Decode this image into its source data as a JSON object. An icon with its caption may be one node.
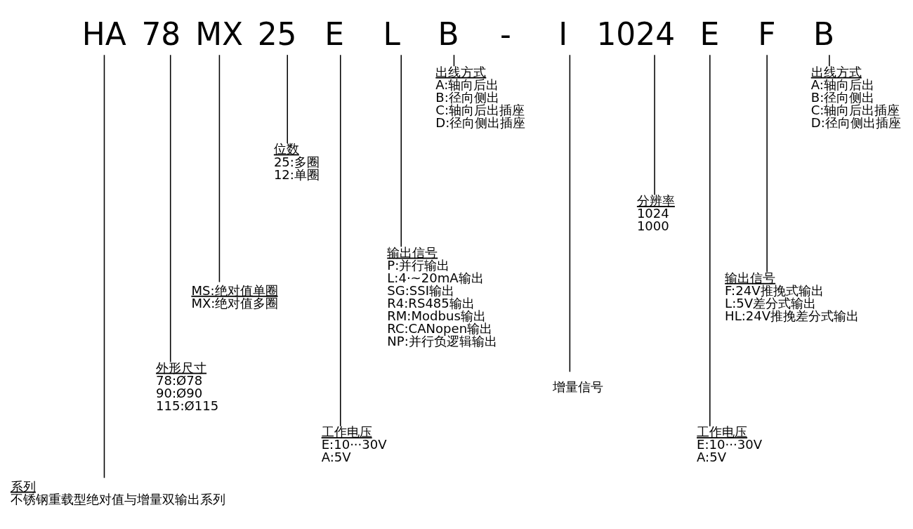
{
  "diagram": {
    "nodes": [
      {
        "text": [
          "HA"
        ]
      },
      {
        "text": [
          "78"
        ]
      },
      {
        "text": [
          "MX"
        ]
      },
      {
        "text": [
          "25"
        ]
      },
      {
        "text": [
          "E"
        ]
      },
      {
        "text": [
          "L"
        ]
      },
      {
        "text": [
          "B"
        ]
      },
      {
        "text": [
          "-"
        ]
      },
      {
        "text": [
          "I"
        ]
      },
      {
        "text": [
          "1024"
        ]
      },
      {
        "text": [
          "E"
        ]
      },
      {
        "text": [
          "F"
        ]
      },
      {
        "text": [
          "B"
        ]
      },
      {
        "text": [
          "系列",
          "不锈钢重载型绝对值与增量双输出系列"
        ]
      },
      {
        "text": [
          "外形尺寸",
          "78:Ø78",
          "90:Ø90",
          "115:Ø115"
        ]
      },
      {
        "text": [
          "MS:绝对值单圈",
          "MX:绝对值多圈"
        ]
      },
      {
        "text": [
          "位数",
          "25:多圈",
          "12:单圈"
        ]
      },
      {
        "text": [
          "工作电压",
          "E:10···30V",
          "A:5V"
        ]
      },
      {
        "text": [
          "输出信号",
          "P:并行输出",
          "L:4·~20mA输出",
          "SG:SSI输出",
          "R4:RS485输出",
          "RM:Modbus输出",
          "RC:CANopen输出",
          "NP:并行负逻辑输出"
        ]
      },
      {
        "text": [
          "出线方式",
          "A:轴向后出",
          "B:径向侧出",
          "C:轴向后出插座",
          "D:径向侧出插座"
        ]
      },
      {
        "text": [
          "增量信号"
        ]
      },
      {
        "text": [
          "分辨率",
          "1024",
          "1000"
        ]
      },
      {
        "text": [
          "工作电压",
          "E:10···30V",
          "A:5V"
        ]
      },
      {
        "text": [
          "输出信号",
          "F:24V推挽式输出",
          "L:5V差分式输出",
          "HL:24V推挽差分式输出"
        ]
      },
      {
        "text": [
          "出线方式",
          "A:轴向后出",
          "B:径向侧出",
          "C:轴向后出插座",
          "D:径向侧出插座"
        ]
      }
    ],
    "edges": [
      {
        "from": 0,
        "to": 13,
        "arrow": "none"
      },
      {
        "from": 1,
        "to": 14,
        "arrow": "none"
      },
      {
        "from": 2,
        "to": 15,
        "arrow": "none"
      },
      {
        "from": 3,
        "to": 16,
        "arrow": "none"
      },
      {
        "from": 4,
        "to": 17,
        "arrow": "none"
      },
      {
        "from": 5,
        "to": 18,
        "arrow": "none"
      },
      {
        "from": 6,
        "to": 19,
        "arrow": "none"
      },
      {
        "from": 8,
        "to": 20,
        "arrow": "none"
      },
      {
        "from": 9,
        "to": 21,
        "arrow": "none"
      },
      {
        "from": 10,
        "to": 22,
        "arrow": "none"
      },
      {
        "from": 11,
        "to": 23,
        "arrow": "none"
      },
      {
        "from": 12,
        "to": 24,
        "arrow": "none"
      }
    ]
  }
}
